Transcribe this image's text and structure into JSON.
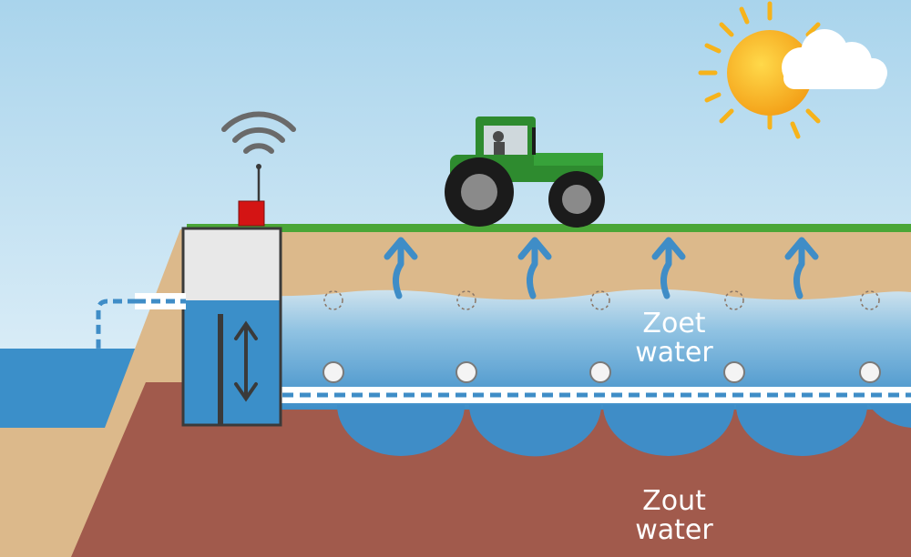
{
  "labels": {
    "fresh_water": {
      "line1": "Zoet",
      "line2": "water"
    },
    "salt_water": {
      "line1": "Zout",
      "line2": "water"
    }
  },
  "colors": {
    "sky_top": "#a9d4ec",
    "sky_bottom": "#f4fafd",
    "sea": "#3b8fc9",
    "sand": "#dcb98b",
    "salt_soil": "#a15a4c",
    "grass": "#4aa637",
    "fresh_water_top": "#8fc2e2",
    "fresh_water_bottom": "#3e8ec8",
    "arrow": "#3f8dc7",
    "tractor_green": "#2e8b2f",
    "sensor_red": "#d41414",
    "sun": "#f6b31b"
  },
  "icons": [
    "wifi-signal-icon",
    "sensor-box-icon",
    "tractor-icon",
    "sun-icon",
    "cloud-icon",
    "up-arrow-icon",
    "double-arrow-icon"
  ]
}
